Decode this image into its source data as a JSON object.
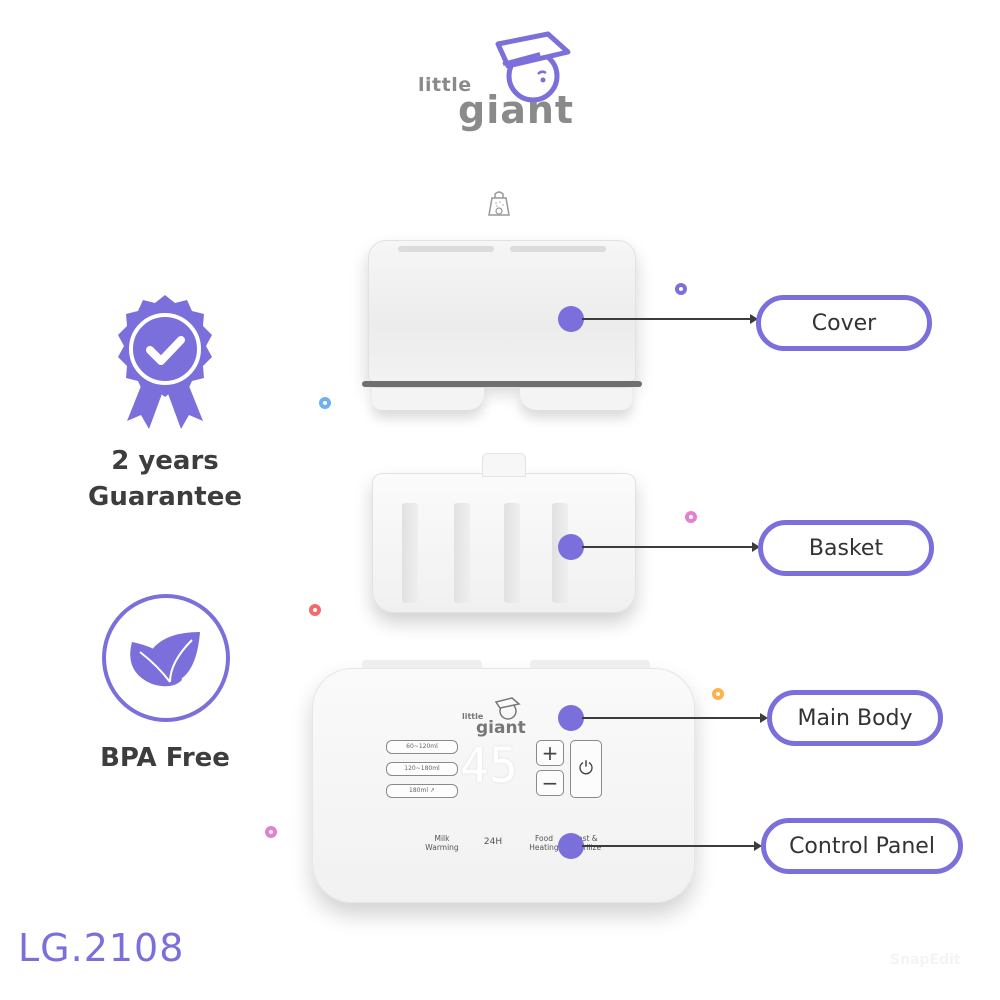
{
  "brand": {
    "logo_top": "little",
    "logo_bottom": "giant",
    "mascot_icon": "boy-with-cap-icon"
  },
  "model": "LG.2108",
  "features": [
    {
      "icon": "award-badge-check-icon",
      "line1": "2 years",
      "line2": "Guarantee"
    },
    {
      "icon": "leaf-circle-icon",
      "line1": "BPA Free"
    }
  ],
  "product_icon": "bottle-warmer-icon",
  "parts": [
    {
      "id": "cover",
      "label": "Cover"
    },
    {
      "id": "basket",
      "label": "Basket"
    },
    {
      "id": "main-body",
      "label": "Main Body"
    },
    {
      "id": "control-panel",
      "label": "Control Panel"
    }
  ],
  "control_panel": {
    "presets": [
      "60~120ml",
      "120~180ml",
      "180ml ↗"
    ],
    "display": "45",
    "plus": "+",
    "minus": "−",
    "power_icon": "⏻",
    "modes": [
      {
        "line1": "Milk",
        "line2": "Warming"
      },
      {
        "line1": "24H",
        "line2": ""
      },
      {
        "line1": "Food",
        "line2": "Heating"
      },
      {
        "line1": "Fast &",
        "line2": "Sterilize"
      }
    ]
  },
  "colors": {
    "accent": "#7b6fdb",
    "text_dark": "#3d3d3d",
    "logo_gray": "#8a8a8a",
    "ring_blue": "#6fb0f0",
    "ring_purple": "#7b6fdb",
    "ring_pink": "#e57fd0",
    "ring_red": "#f26a6a",
    "ring_orange": "#ffb24a"
  },
  "watermark": "SnapEdit"
}
